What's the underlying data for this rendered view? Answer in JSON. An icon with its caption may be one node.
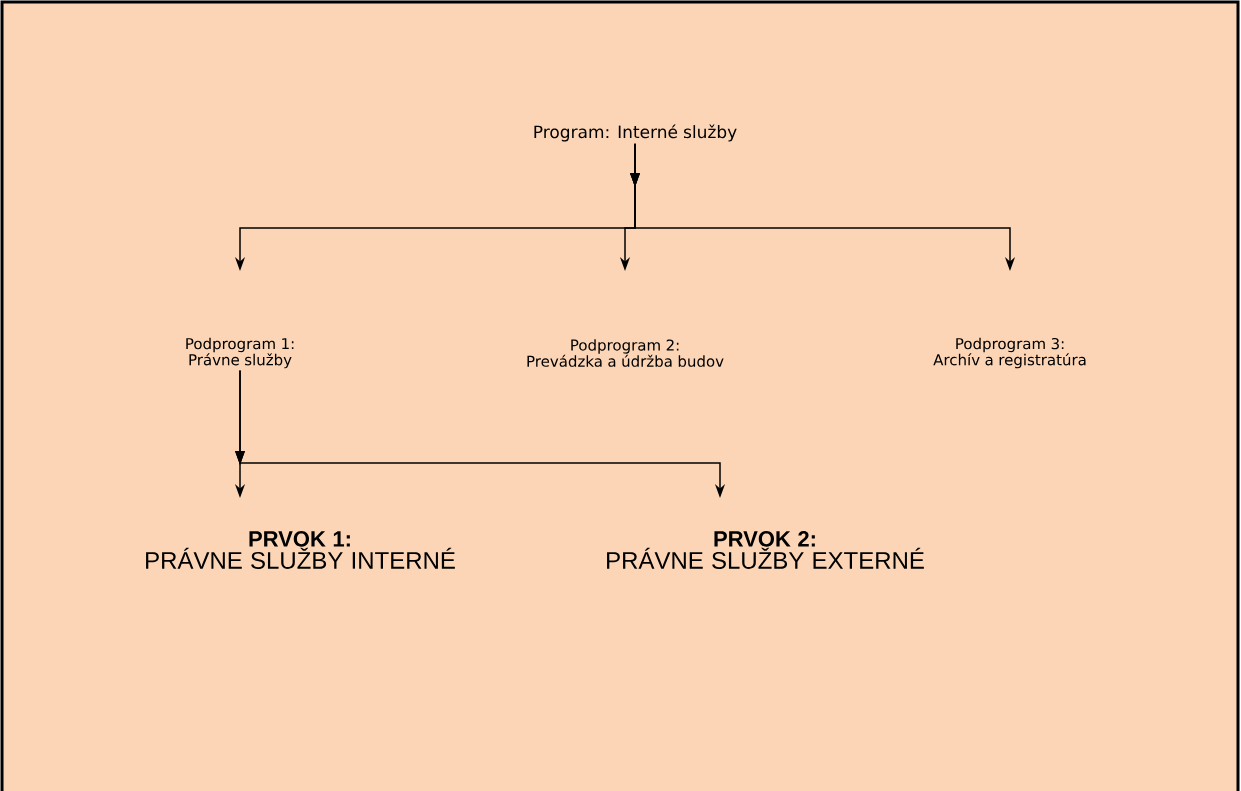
{
  "diagram": {
    "nodes": [
      {
        "text": [
          "Program: Interné služby"
        ]
      },
      {
        "text": [
          "Podprogram 1:",
          "Právne služby"
        ]
      },
      {
        "text": [
          "Podprogram 2:",
          "Prevádzka a údržba budov"
        ]
      },
      {
        "text": [
          "Podprogram 3:",
          "Archív a registratúra"
        ]
      },
      {
        "text": [
          "PRVOK 1:",
          "PRÁVNE SLUŽBY INTERNÉ"
        ]
      },
      {
        "text": [
          "PRVOK 2:",
          "PRÁVNE SLUŽBY EXTERNÉ"
        ]
      }
    ],
    "edges": [
      {
        "from": 0,
        "to": 1,
        "arrow": "to"
      },
      {
        "from": 0,
        "to": 2,
        "arrow": "to"
      },
      {
        "from": 0,
        "to": 3,
        "arrow": "to"
      },
      {
        "from": 1,
        "to": 4,
        "arrow": "to"
      },
      {
        "from": 1,
        "to": 5,
        "arrow": "to"
      }
    ]
  }
}
